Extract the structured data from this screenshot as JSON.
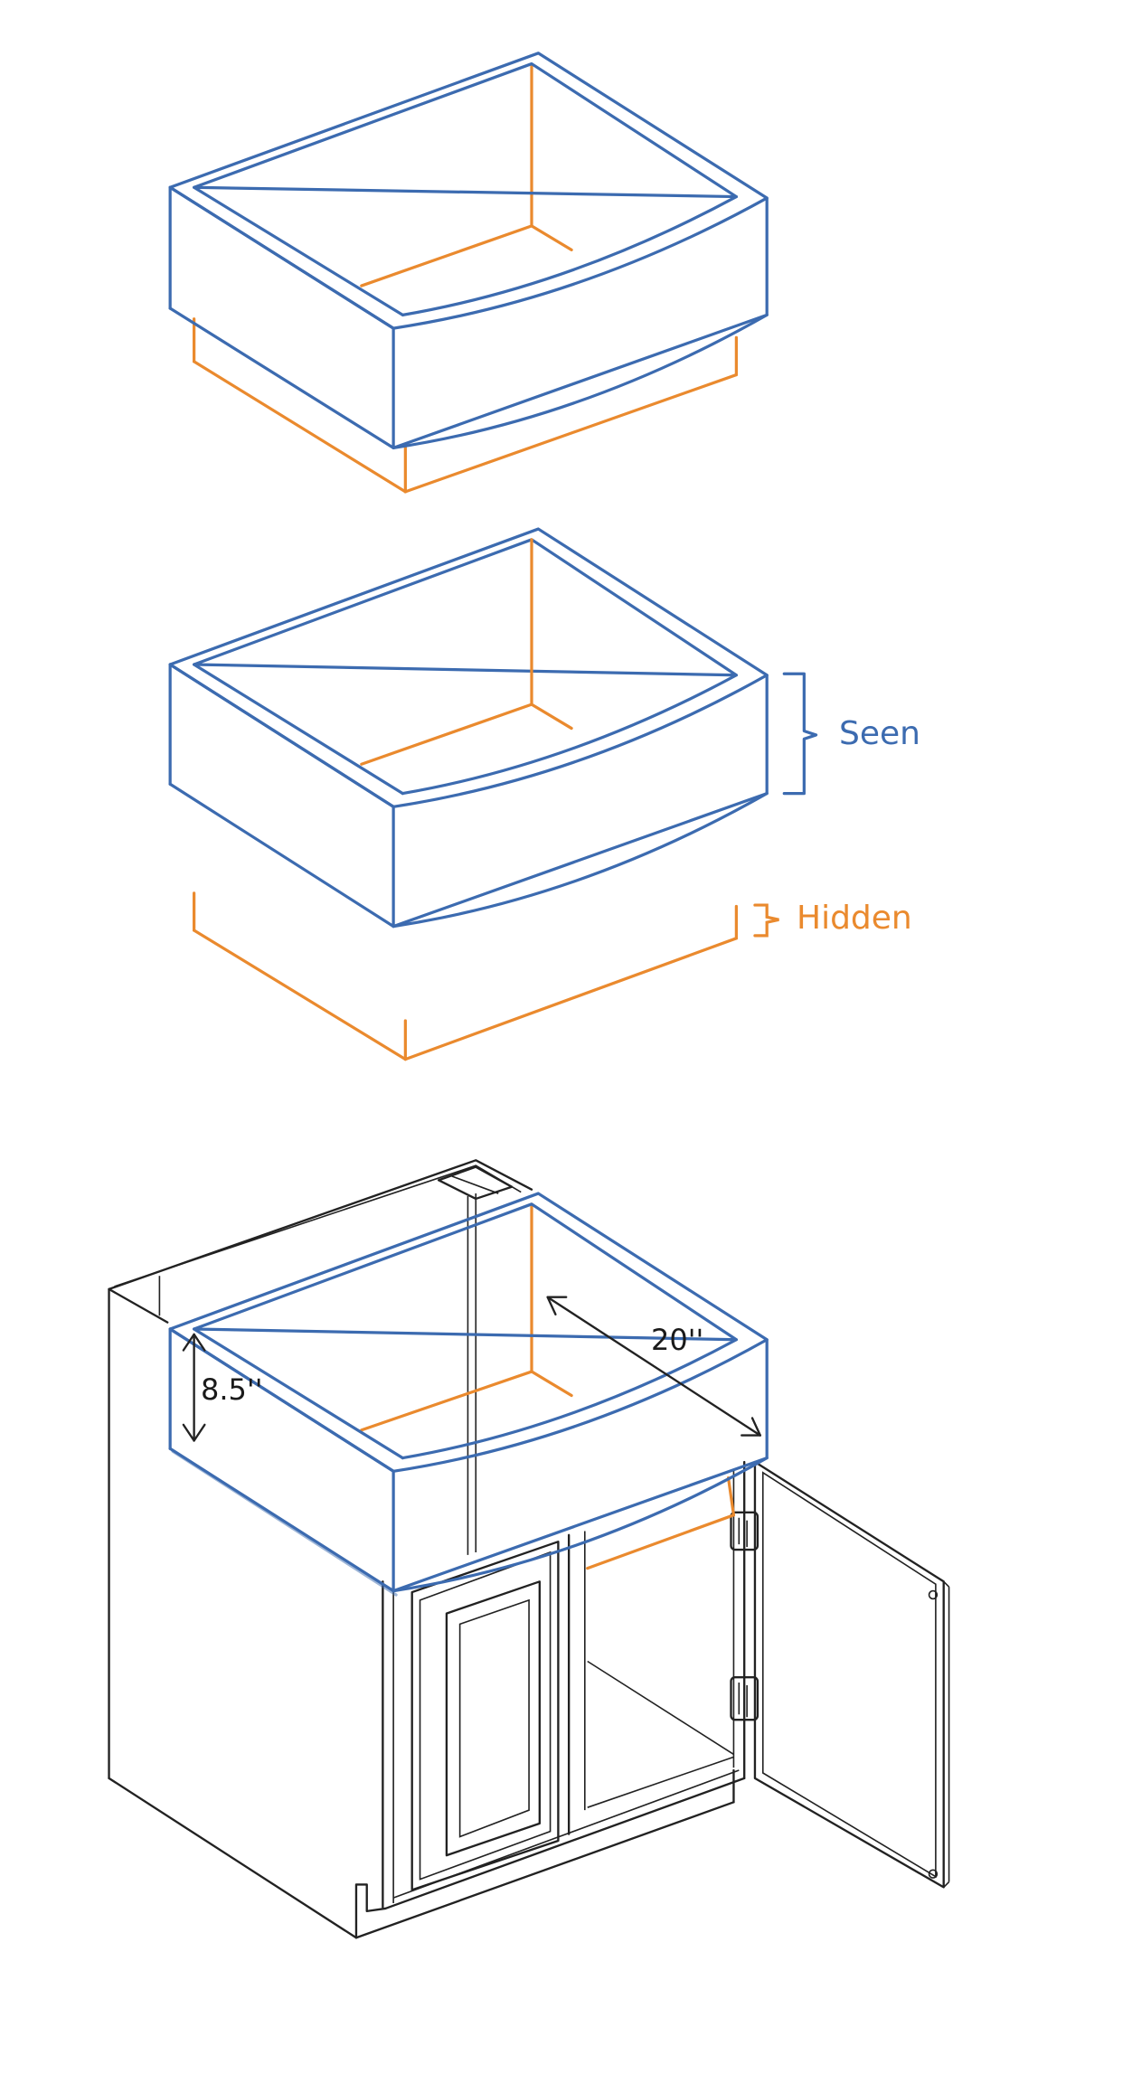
{
  "labels": {
    "seen": "Seen",
    "hidden": "Hidden"
  },
  "dimensions": {
    "height": "8.5''",
    "depth": "20''"
  },
  "colors": {
    "seen_stroke": "#3c6bb0",
    "hidden_stroke": "#ea8a2e",
    "cabinet_stroke": "#222222"
  }
}
